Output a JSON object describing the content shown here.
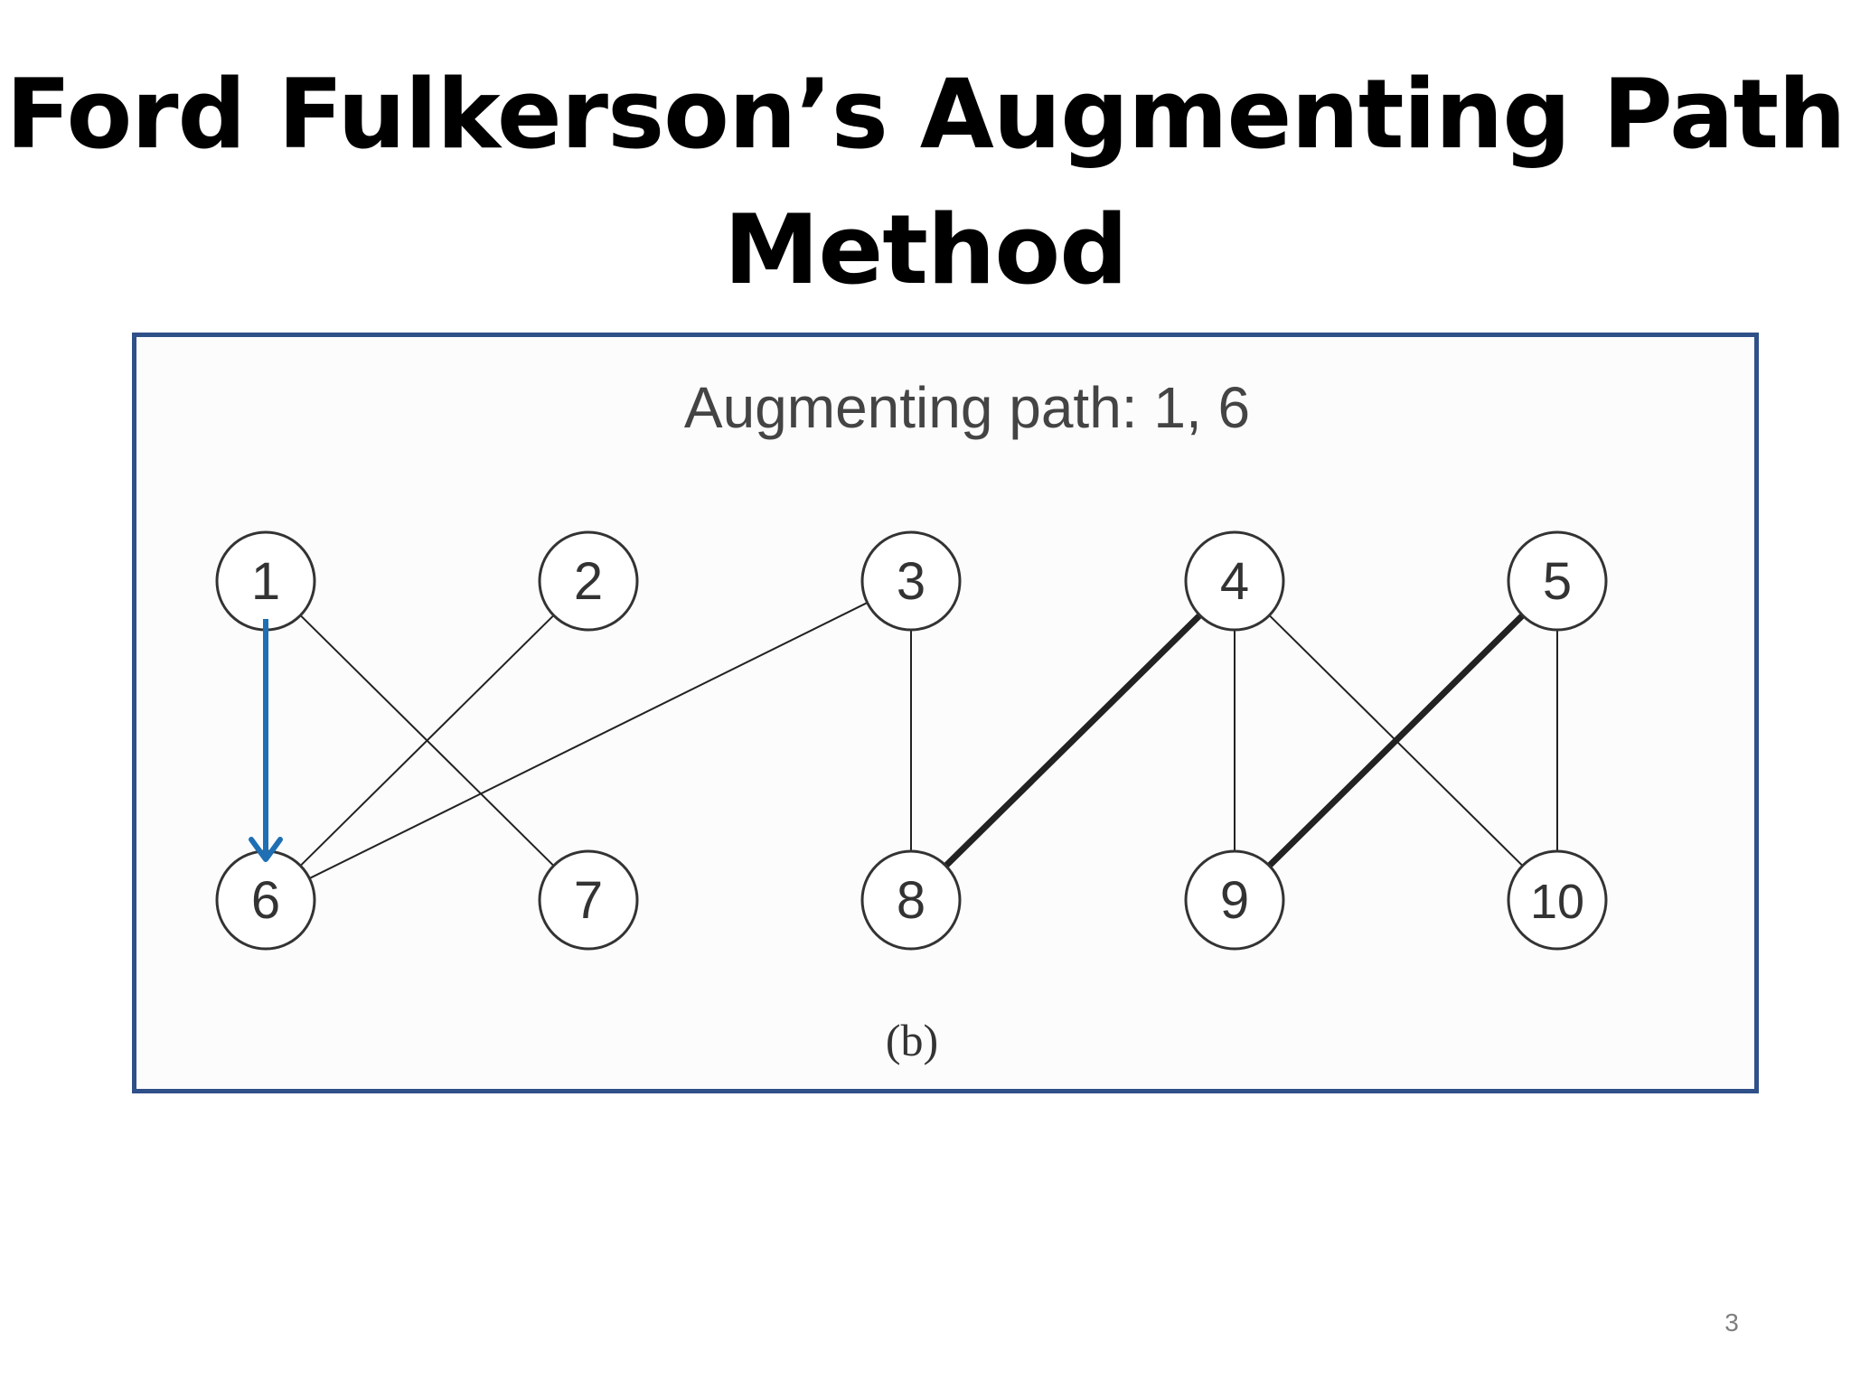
{
  "slide": {
    "title_line1": "Ford Fulkerson’s Augmenting Path",
    "title_line2": "Method",
    "page_number": "3"
  },
  "figure": {
    "header": "Augmenting path:  1, 6",
    "caption": "(b)",
    "nodes": [
      {
        "id": "1",
        "label": "1",
        "row": "top"
      },
      {
        "id": "2",
        "label": "2",
        "row": "top"
      },
      {
        "id": "3",
        "label": "3",
        "row": "top"
      },
      {
        "id": "4",
        "label": "4",
        "row": "top"
      },
      {
        "id": "5",
        "label": "5",
        "row": "top"
      },
      {
        "id": "6",
        "label": "6",
        "row": "bottom"
      },
      {
        "id": "7",
        "label": "7",
        "row": "bottom"
      },
      {
        "id": "8",
        "label": "8",
        "row": "bottom"
      },
      {
        "id": "9",
        "label": "9",
        "row": "bottom"
      },
      {
        "id": "10",
        "label": "10",
        "row": "bottom"
      }
    ],
    "edges": [
      {
        "from": "1",
        "to": "7",
        "style": "thin"
      },
      {
        "from": "2",
        "to": "6",
        "style": "thin"
      },
      {
        "from": "3",
        "to": "6",
        "style": "thin"
      },
      {
        "from": "3",
        "to": "8",
        "style": "thin"
      },
      {
        "from": "4",
        "to": "8",
        "style": "thick"
      },
      {
        "from": "4",
        "to": "9",
        "style": "thin"
      },
      {
        "from": "4",
        "to": "10",
        "style": "thin"
      },
      {
        "from": "5",
        "to": "9",
        "style": "thick"
      },
      {
        "from": "5",
        "to": "10",
        "style": "thin"
      }
    ],
    "augmenting_arrow": {
      "from": "1",
      "to": "6",
      "color": "#1f6fb4"
    },
    "colors": {
      "frame_border": "#2f5089",
      "node_stroke": "#333333",
      "edge": "#222222",
      "header_text": "#444444"
    }
  }
}
